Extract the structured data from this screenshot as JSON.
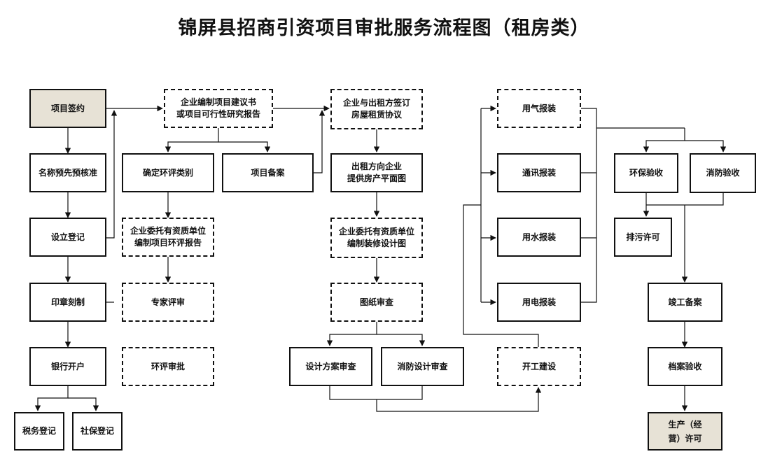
{
  "title": "锦屏县招商引资项目审批服务流程图（租房类）",
  "nodes": {
    "sign": "项目签约",
    "name_approval": "名称预先预核准",
    "establish": "设立登记",
    "seal": "印章刻制",
    "bank": "银行开户",
    "tax": "税务登记",
    "social": "社保登记",
    "proposal_line1": "企业编制项目建议书",
    "proposal_line2": "或项目可行性研究报告",
    "env_category": "确定环评类别",
    "project_filing": "项目备案",
    "eia_line1": "企业委托有资质单位",
    "eia_line2": "编制项目环评报告",
    "expert_review": "专家评审",
    "eia_approval": "环评审批",
    "lease_line1": "企业与出租方签订",
    "lease_line2": "房屋租赁协议",
    "floorplan_line1": "出租方向企业",
    "floorplan_line2": "提供房产平面图",
    "decor_line1": "企业委托有资质单位",
    "decor_line2": "编制装修设计图",
    "drawing_review": "图纸审查",
    "design_review": "设计方案审查",
    "fire_design_review": "消防设计审查",
    "gas": "用气报装",
    "telecom": "通讯报装",
    "water": "用水报装",
    "power": "用电报装",
    "construction": "开工建设",
    "env_acceptance": "环保验收",
    "fire_acceptance": "消防验收",
    "discharge": "排污许可",
    "completion": "竣工备案",
    "archive": "档案验收",
    "production_line1": "生产（经",
    "production_line2": "营）许可"
  },
  "colors": {
    "line": "#111111",
    "shaded_box": "#e7e2d6",
    "background": "#ffffff"
  }
}
